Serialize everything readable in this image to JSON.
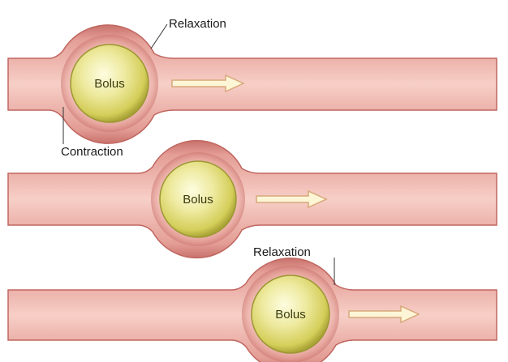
{
  "panels": [
    {
      "bolus_label": "Bolus",
      "callouts": [
        {
          "text": "Relaxation",
          "role": "relaxation"
        },
        {
          "text": "Contraction",
          "role": "contraction"
        }
      ]
    },
    {
      "bolus_label": "Bolus",
      "callouts": []
    },
    {
      "bolus_label": "Bolus",
      "callouts": [
        {
          "text": "Relaxation",
          "role": "relaxation"
        }
      ]
    }
  ],
  "colors": {
    "tube_wall": "#d8847f",
    "tube_center": "#f7cfc7",
    "tube_edge": "#c9726c",
    "bolus_center": "#fbfbd2",
    "bolus_mid": "#e6e07a",
    "bolus_edge": "#a9a436",
    "arrow_fill": "#fdf6d6",
    "arrow_stroke": "#d8a77a"
  }
}
